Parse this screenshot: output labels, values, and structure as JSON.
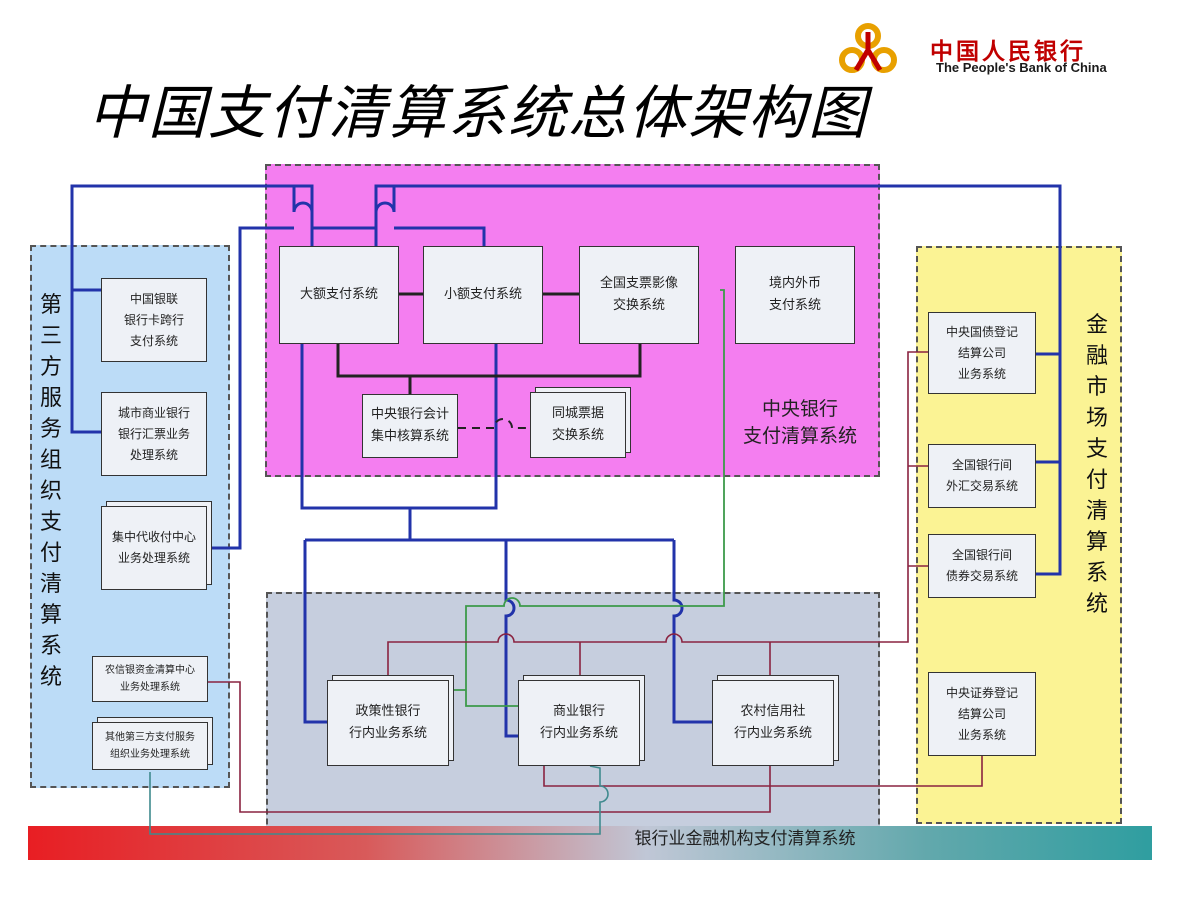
{
  "title": "中国支付清算系统总体架构图",
  "logo": {
    "chinese": "中国人民银行",
    "english": "The People's Bank of China",
    "emblem_icon": "pboc-emblem-icon"
  },
  "regions": {
    "central": "中央银行\n支付清算系统",
    "third_party": "第三方服务组织支付清算系统",
    "financial_market": "金融市场支付清算系统",
    "banking": "银行业金融机构支付清算系统"
  },
  "central_boxes": {
    "hvps": "大额支付系统",
    "beps": "小额支付系统",
    "cis": "全国支票影像\n交换系统",
    "fx": "境内外币\n支付系统",
    "accounting": "中央银行会计\n集中核算系统",
    "clearing": "同城票据\n交换系统"
  },
  "third_party_boxes": {
    "unionpay": "中国银联\n银行卡跨行\n支付系统",
    "city_bank": "城市商业银行\n银行汇票业务\n处理系统",
    "rural_center": "集中代收付中心\n业务处理系统",
    "rural_clearing": "农信银资金清算中心\n业务处理系统",
    "other_third": "其他第三方支付服务\n组织业务处理系统"
  },
  "market_boxes": {
    "ccdc": "中央国债登记\n结算公司\n业务系统",
    "cfets_fx": "全国银行间\n外汇交易系统",
    "cfets_bond": "全国银行间\n债券交易系统",
    "csdc": "中央证券登记\n结算公司\n业务系统"
  },
  "bank_boxes": {
    "policy": "政策性银行\n行内业务系统",
    "commercial": "商业银行\n行内业务系统",
    "rural_credit": "农村信用社\n行内业务系统"
  },
  "colors": {
    "central_fill": "#f47ef0",
    "third_party_fill": "#bcdcf7",
    "market_fill": "#fbf394",
    "banking_fill": "#c6cede",
    "main_line": "#2233aa",
    "green_line": "#3c9a4a",
    "maroon_line": "#8a2340",
    "teal_line": "#3f8a8e"
  }
}
